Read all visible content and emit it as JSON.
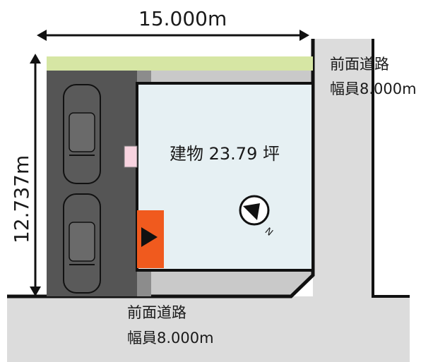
{
  "dimensions": {
    "width_label": "15.000m",
    "depth_label": "12.737m"
  },
  "roads": {
    "east": {
      "title": "前面道路",
      "width": "幅員8.000m"
    },
    "south": {
      "title": "前面道路",
      "width": "幅員8.000m"
    }
  },
  "building": {
    "label": "建物 23.79 坪"
  },
  "compass": {
    "letter": "N"
  },
  "colors": {
    "road": "#dcdcdc",
    "parking": "#555555",
    "building": "#e6f0f3",
    "green_strip": "#d6e6a4",
    "entrance": "#f05a1e",
    "mailbox": "#f8d4e0"
  }
}
